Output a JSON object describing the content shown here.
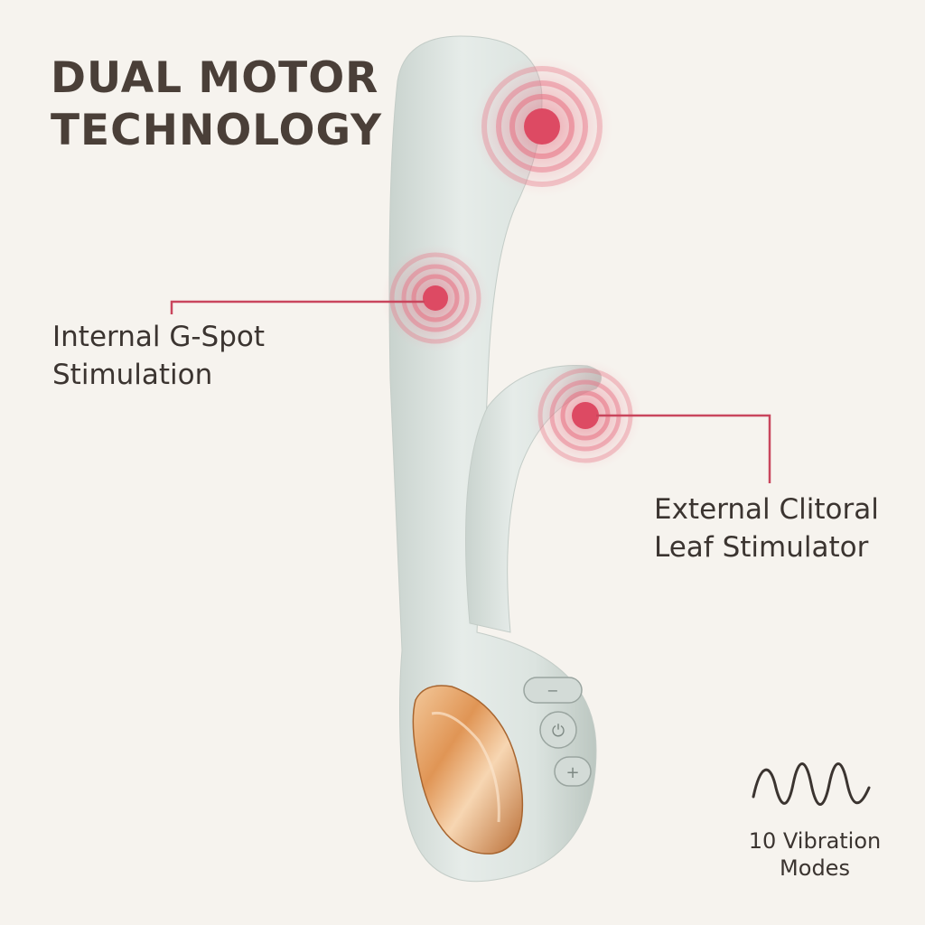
{
  "headline": {
    "line1": "DUAL MOTOR",
    "line2": "TECHNOLOGY"
  },
  "callouts": {
    "gspot": {
      "line1": "Internal G-Spot",
      "line2": "Stimulation"
    },
    "clitoral": {
      "line1": "External Clitoral",
      "line2": "Leaf Stimulator"
    }
  },
  "modes": {
    "line1": "10 Vibration",
    "line2": "Modes",
    "icon": "wave-icon"
  },
  "buttons": {
    "minus": "−",
    "power": "⏻",
    "plus": "+"
  },
  "colors": {
    "background": "#f6f3ee",
    "body": "#dfe6e2",
    "accent": "#d6475f",
    "gold": "#e2a06a",
    "text": "#3b3430"
  }
}
